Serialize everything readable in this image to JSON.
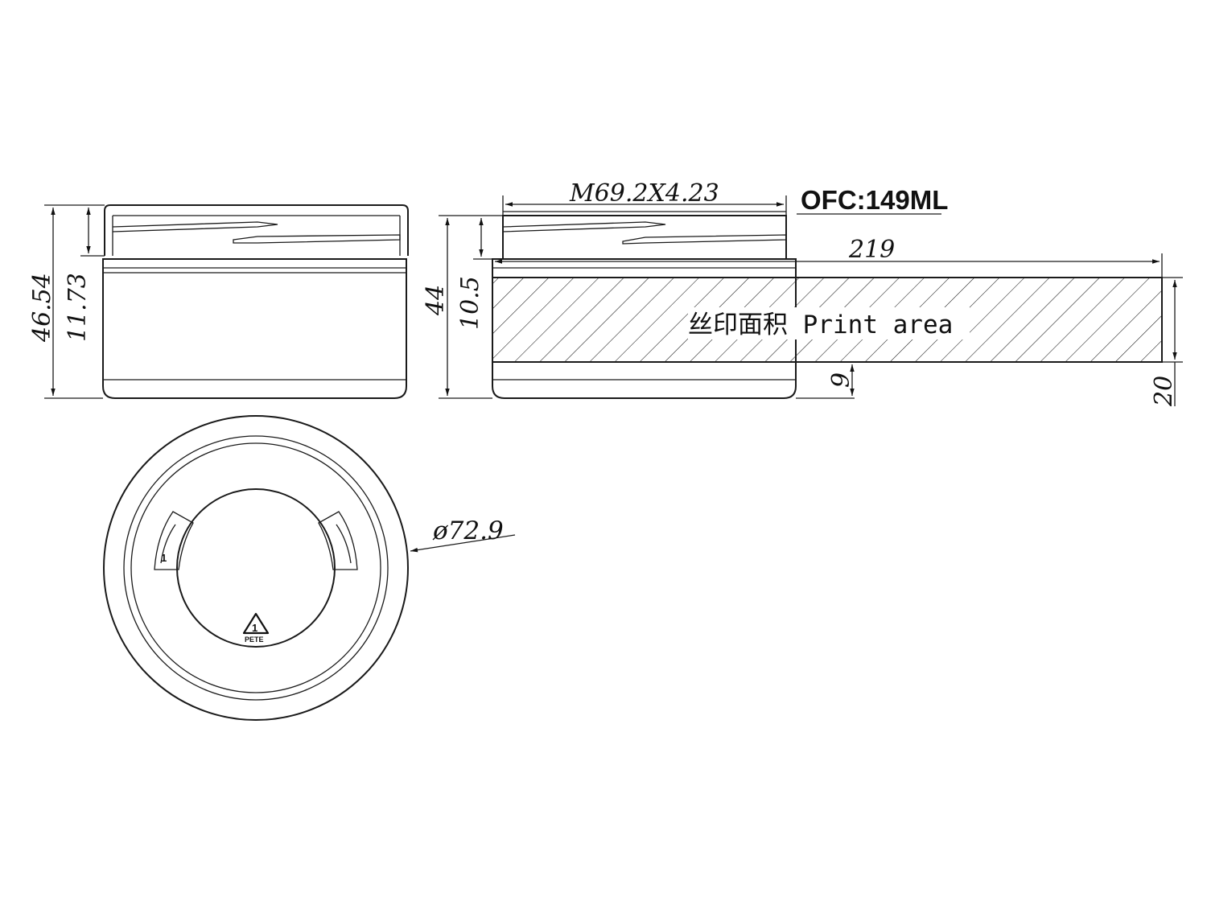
{
  "dimensions": {
    "capped_height": "46.54",
    "cap_height": "11.73",
    "jar_height": "44",
    "print_area_height_side": "10.5",
    "print_area_width": "219",
    "print_area_bottom_offset": "9",
    "print_area_height": "20",
    "diameter": "ø72.9"
  },
  "annotations": {
    "thread_spec": "M69.2X4.23",
    "capacity": "OFC:149ML",
    "print_area_label": "丝印面积 Print area"
  },
  "recycling": {
    "code": "1",
    "material": "PETE",
    "cavity_number": "1"
  }
}
